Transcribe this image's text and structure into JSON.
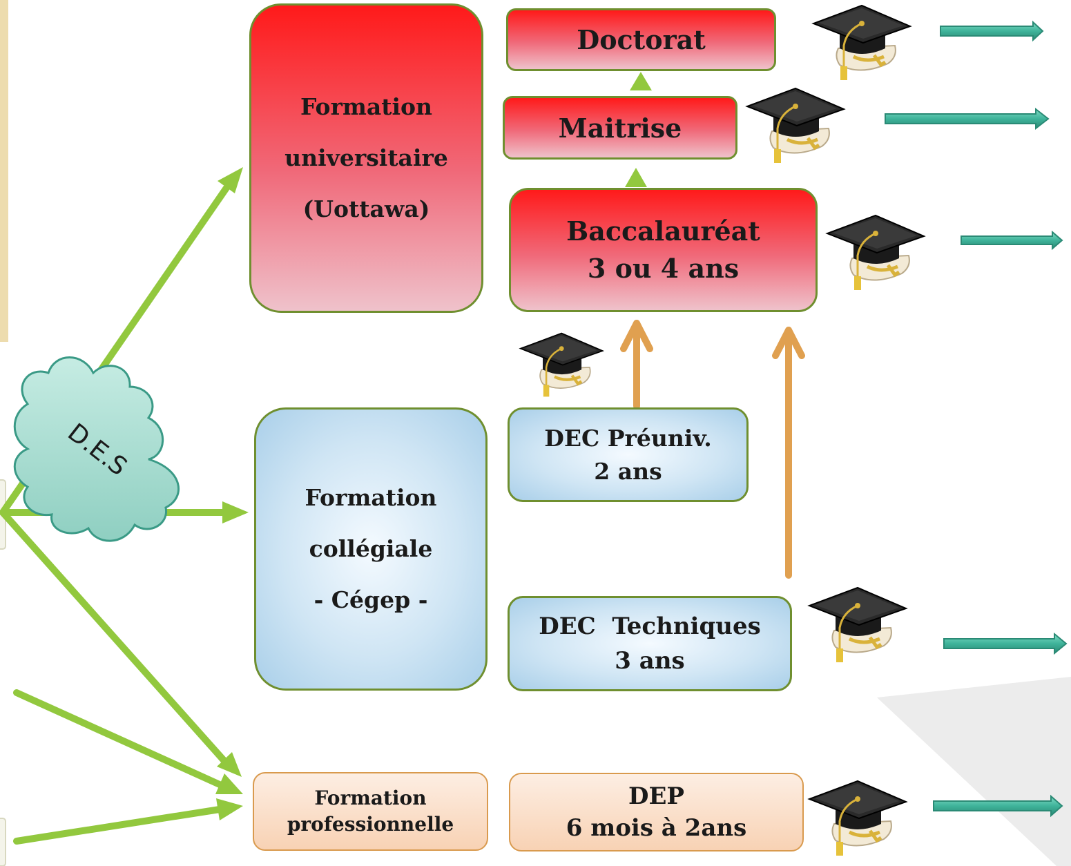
{
  "diagram": {
    "university": {
      "line1": "Formation",
      "line2": "universitaire",
      "line3": "(Uottawa)"
    },
    "college": {
      "line1": "Formation",
      "line2": "collégiale",
      "line3": "- Cégep -"
    },
    "professional": {
      "line1": "Formation",
      "line2": "professionnelle"
    },
    "doctorat": {
      "label": "Doctorat"
    },
    "maitrise": {
      "label": "Maitrise"
    },
    "baccalaureat": {
      "line1": "Baccalauréat",
      "line2": "3 ou 4 ans"
    },
    "dec_preuniv": {
      "line1": "DEC Préuniv.",
      "line2": "2 ans"
    },
    "dec_techniques": {
      "line1": "DEC  Techniques",
      "line2": "3 ans"
    },
    "dep": {
      "line1": "DEP",
      "line2": "6 mois à 2ans"
    },
    "cloud": {
      "label": "D.E.S"
    }
  },
  "icons": {
    "graduation": "graduation-cap-diploma-icon",
    "arrow": "right-arrow-icon"
  },
  "colors": {
    "green_arrow": "#92c83e",
    "orange_arrow": "#e0a050",
    "teal_arrow": "#3fb39a",
    "cloud": "#a8d9cf",
    "box_border": "#6f8f2f",
    "red_top": "#ff1a1a",
    "blue_box": "#cfe5f4",
    "peach_box": "#f8d2b4"
  }
}
